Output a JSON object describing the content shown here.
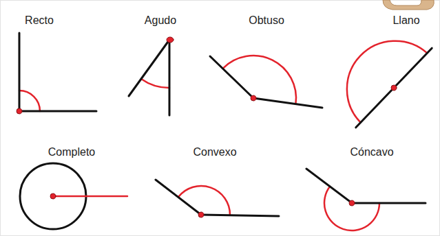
{
  "diagram": {
    "labels": [
      "Recto",
      "Agudo",
      "Obtuso",
      "Llano",
      "Completo",
      "Convexo",
      "Cóncavo"
    ]
  }
}
